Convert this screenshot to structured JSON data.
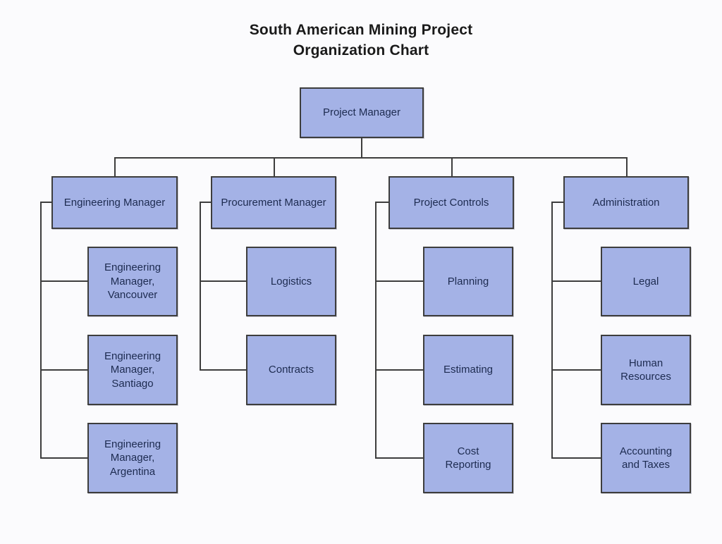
{
  "title": "South American Mining Project\nOrganization Chart",
  "colors": {
    "box_fill": "#a4b2e6",
    "box_border": "#3d3d3d",
    "box_text": "#1d2b50",
    "line": "#3d3d3d",
    "title_text": "#1a1a1a",
    "page_bg": "#fbfbfd"
  },
  "chart": {
    "root": {
      "label": "Project Manager"
    },
    "groups": [
      {
        "manager": "Engineering Manager",
        "children": [
          "Engineering Manager, Vancouver",
          "Engineering Manager, Santiago",
          "Engineering Manager, Argentina"
        ]
      },
      {
        "manager": "Procurement Manager",
        "children": [
          "Logistics",
          "Contracts"
        ]
      },
      {
        "manager": "Project Controls",
        "children": [
          "Planning",
          "Estimating",
          "Cost Reporting"
        ]
      },
      {
        "manager": "Administration",
        "children": [
          "Legal",
          "Human Resources",
          "Accounting and Taxes"
        ]
      }
    ]
  }
}
